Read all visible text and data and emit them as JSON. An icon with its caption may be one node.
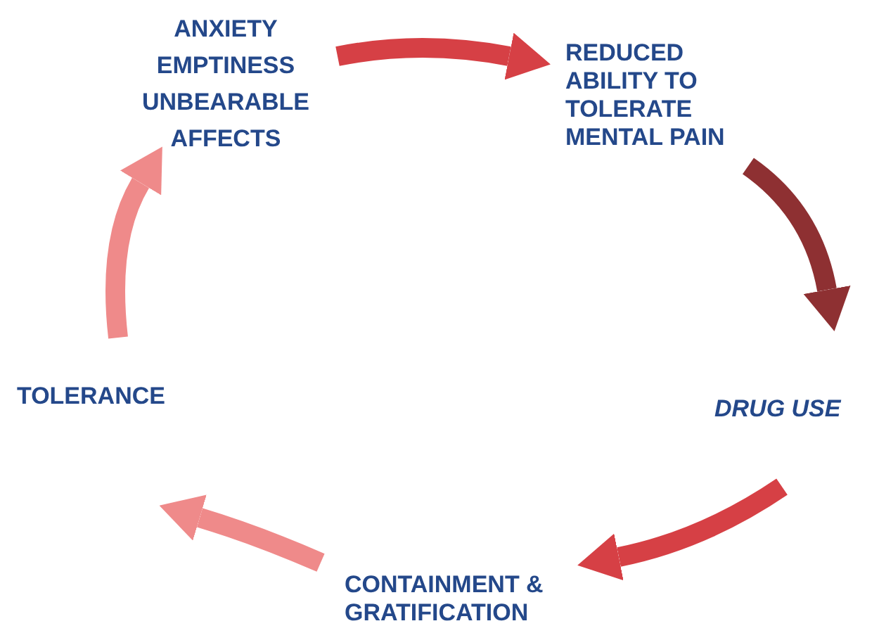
{
  "diagram": {
    "nodes": [
      {
        "text": [
          "ANXIETY EMPTINESS UNBEARABLE AFFECTS"
        ]
      },
      {
        "text": [
          "REDUCED ABILITY TO TOLERATE MENTAL PAIN"
        ]
      },
      {
        "text": [
          "DRUG USE"
        ]
      },
      {
        "text": [
          "CONTAINMENT & GRATIFICATION"
        ]
      },
      {
        "text": [
          "TOLERANCE"
        ]
      }
    ],
    "edges": [
      {
        "from": 0,
        "to": 1,
        "arrow": "to",
        "color": "#d64045"
      },
      {
        "from": 1,
        "to": 2,
        "arrow": "to",
        "color": "#8e3032"
      },
      {
        "from": 2,
        "to": 3,
        "arrow": "to",
        "color": "#d64045"
      },
      {
        "from": 3,
        "to": 4,
        "arrow": "to",
        "color": "#ef8a8a"
      },
      {
        "from": 4,
        "to": 0,
        "arrow": "to",
        "color": "#ef8a8a"
      }
    ]
  }
}
